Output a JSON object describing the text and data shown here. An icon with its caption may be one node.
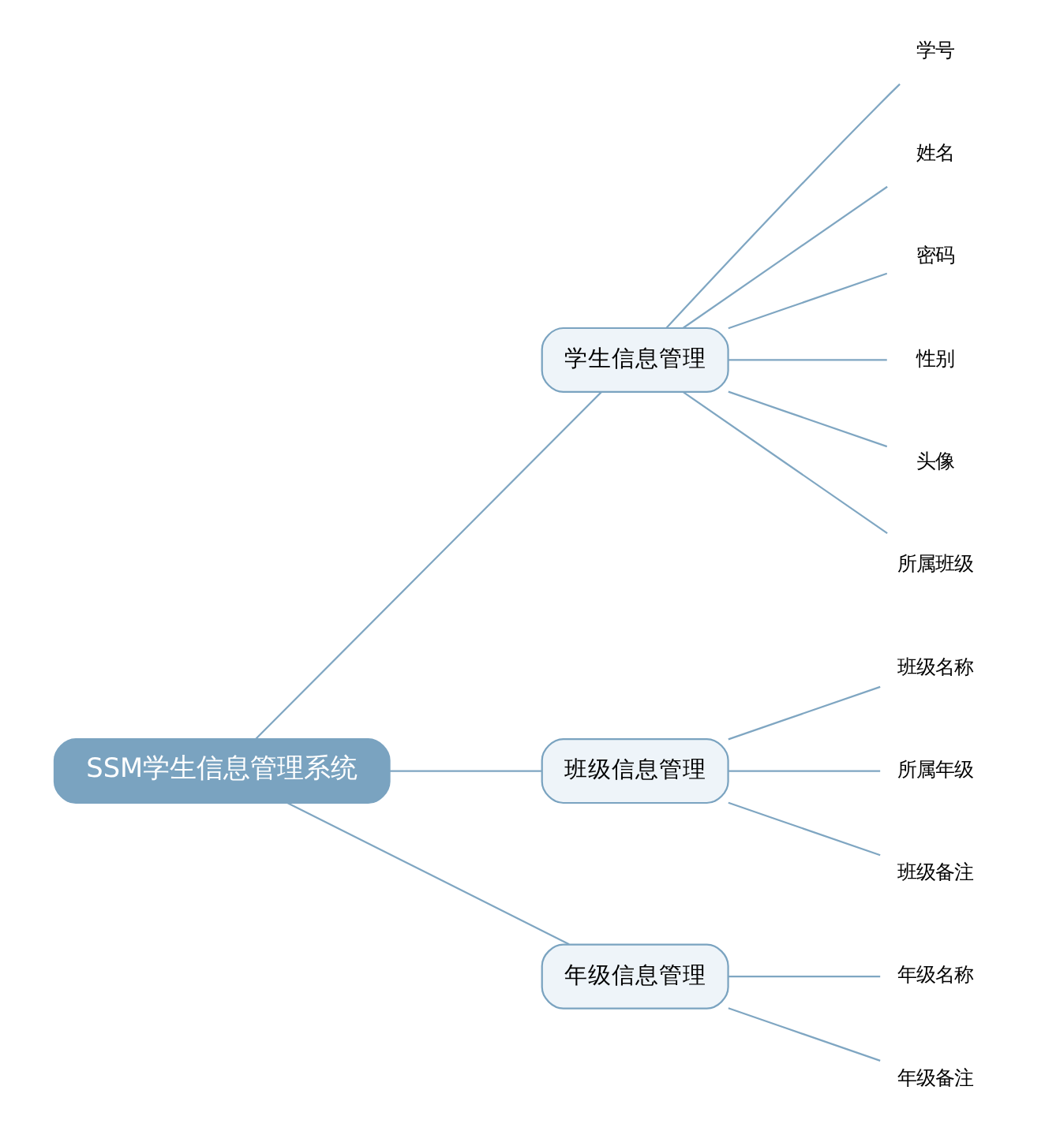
{
  "diagram": {
    "nodes": [
      {
        "text": [
          "SSM学生信息管理系统"
        ]
      },
      {
        "text": [
          "学生信息管理"
        ]
      },
      {
        "text": [
          "学号"
        ]
      },
      {
        "text": [
          "姓名"
        ]
      },
      {
        "text": [
          "密码"
        ]
      },
      {
        "text": [
          "性别"
        ]
      },
      {
        "text": [
          "头像"
        ]
      },
      {
        "text": [
          "所属班级"
        ]
      },
      {
        "text": [
          "班级信息管理"
        ]
      },
      {
        "text": [
          "班级名称"
        ]
      },
      {
        "text": [
          "所属年级"
        ]
      },
      {
        "text": [
          "班级备注"
        ]
      },
      {
        "text": [
          "年级信息管理"
        ]
      },
      {
        "text": [
          "年级名称"
        ]
      },
      {
        "text": [
          "年级备注"
        ]
      }
    ],
    "edges": [
      {
        "from": 0,
        "to": 1,
        "arrow": "none"
      },
      {
        "from": 1,
        "to": 2,
        "arrow": "none"
      },
      {
        "from": 1,
        "to": 3,
        "arrow": "none"
      },
      {
        "from": 1,
        "to": 4,
        "arrow": "none"
      },
      {
        "from": 1,
        "to": 5,
        "arrow": "none"
      },
      {
        "from": 1,
        "to": 6,
        "arrow": "none"
      },
      {
        "from": 1,
        "to": 7,
        "arrow": "none"
      },
      {
        "from": 0,
        "to": 8,
        "arrow": "none"
      },
      {
        "from": 8,
        "to": 9,
        "arrow": "none"
      },
      {
        "from": 8,
        "to": 10,
        "arrow": "none"
      },
      {
        "from": 8,
        "to": 11,
        "arrow": "none"
      },
      {
        "from": 0,
        "to": 12,
        "arrow": "none"
      },
      {
        "from": 12,
        "to": 13,
        "arrow": "none"
      },
      {
        "from": 12,
        "to": 14,
        "arrow": "none"
      }
    ]
  }
}
